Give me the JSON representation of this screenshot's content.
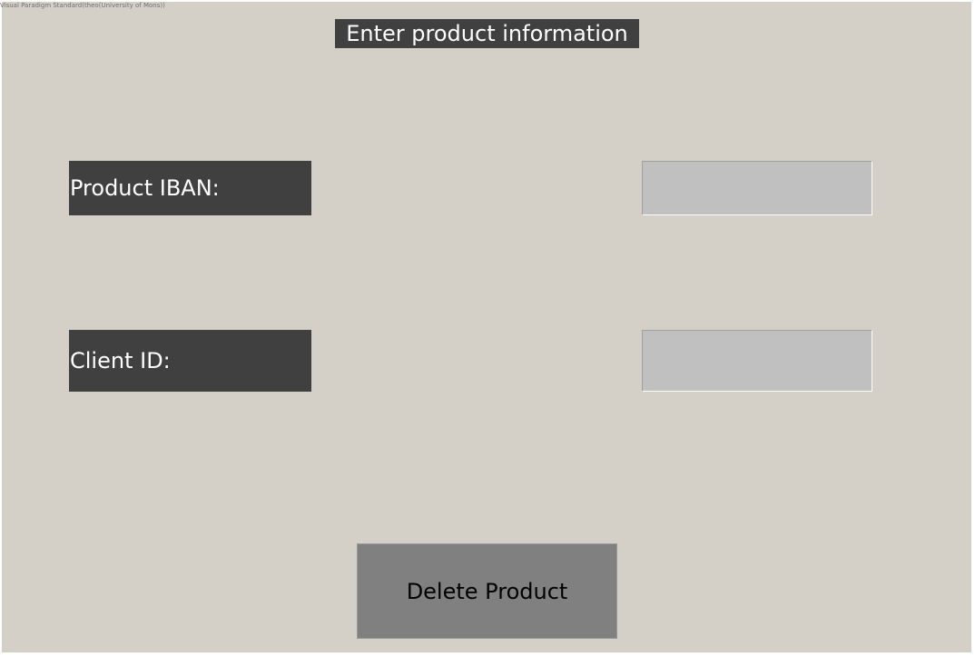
{
  "watermark": "Visual Paradigm Standard(theo(University of Mons))",
  "form": {
    "title": "Enter product information",
    "fields": {
      "iban": {
        "label": "Product IBAN:",
        "value": ""
      },
      "client": {
        "label": "Client ID:",
        "value": ""
      }
    },
    "delete_button_label": "Delete Product"
  },
  "colors": {
    "background": "#d4d0c8",
    "label_background": "#404040",
    "field_background": "#c0c0c0",
    "button_background": "#808080"
  }
}
